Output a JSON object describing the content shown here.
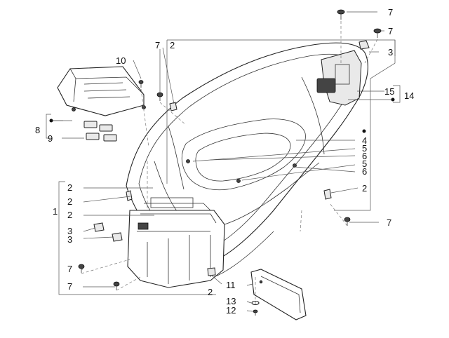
{
  "callouts": [
    {
      "id": "c7a",
      "text": "7"
    },
    {
      "id": "c7b",
      "text": "7"
    },
    {
      "id": "c7c",
      "text": "7"
    },
    {
      "id": "c2a",
      "text": "2"
    },
    {
      "id": "c3a",
      "text": "3"
    },
    {
      "id": "c10",
      "text": "10"
    },
    {
      "id": "c15",
      "text": "15"
    },
    {
      "id": "c14",
      "text": "14"
    },
    {
      "id": "c8",
      "text": "8"
    },
    {
      "id": "c9",
      "text": "9"
    },
    {
      "id": "c4",
      "text": "4"
    },
    {
      "id": "c5a",
      "text": "5"
    },
    {
      "id": "c6a",
      "text": "6"
    },
    {
      "id": "c5b",
      "text": "5"
    },
    {
      "id": "c6b",
      "text": "6"
    },
    {
      "id": "c2b",
      "text": "2"
    },
    {
      "id": "c2c",
      "text": "2"
    },
    {
      "id": "c2d",
      "text": "2"
    },
    {
      "id": "c1",
      "text": "1"
    },
    {
      "id": "c2e",
      "text": "2"
    },
    {
      "id": "c7d",
      "text": "7"
    },
    {
      "id": "c3b",
      "text": "3"
    },
    {
      "id": "c3c",
      "text": "3"
    },
    {
      "id": "c7e",
      "text": "7"
    },
    {
      "id": "c7f",
      "text": "7"
    },
    {
      "id": "c11",
      "text": "11"
    },
    {
      "id": "c2f",
      "text": "2"
    },
    {
      "id": "c13",
      "text": "13"
    },
    {
      "id": "c12",
      "text": "12"
    }
  ]
}
